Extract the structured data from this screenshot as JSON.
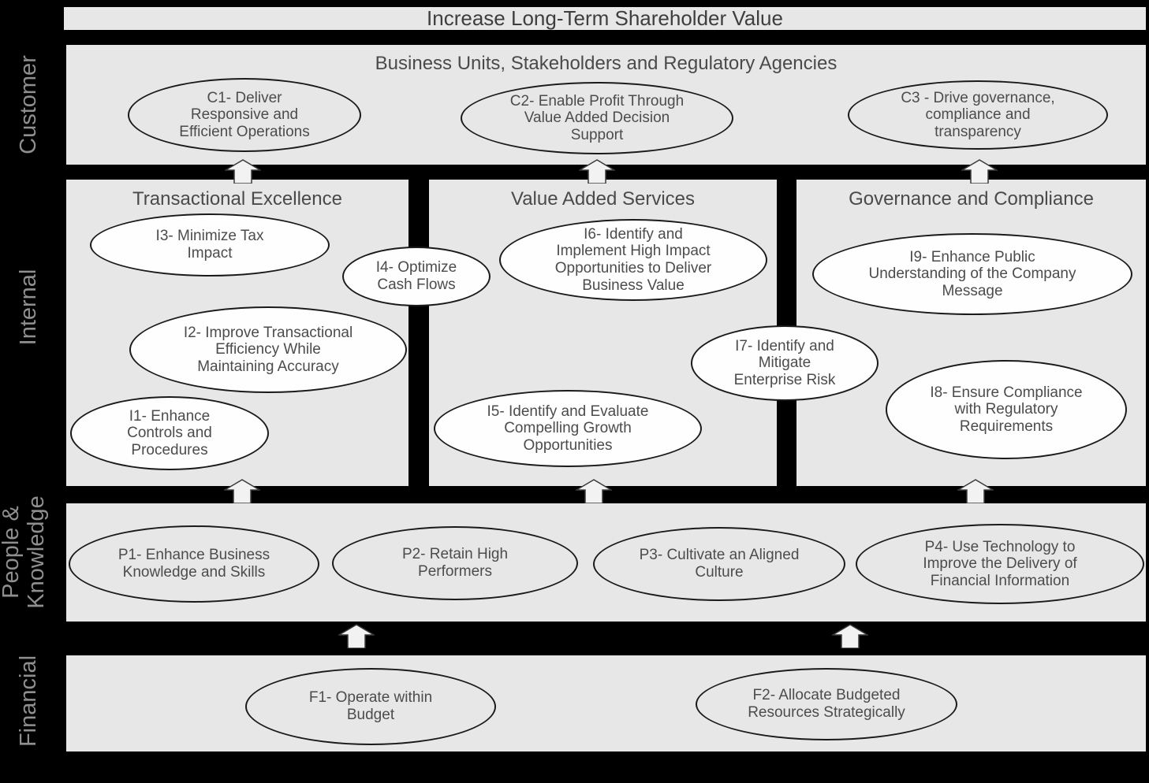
{
  "banner": {
    "title": "Increase Long-Term Shareholder Value"
  },
  "customer_section": {
    "header": "Business Units, Stakeholders and Regulatory Agencies"
  },
  "internal_section": {
    "panel_titles": [
      "Transactional Excellence",
      "Value Added Services",
      "Governance and Compliance"
    ]
  },
  "perspectives": [
    "Customer",
    "Internal",
    "People &\nKnowledge",
    "Financial"
  ],
  "nodes": [
    {
      "id": "C1",
      "label": "C1- Deliver\nResponsive and\nEfficient Operations"
    },
    {
      "id": "C2",
      "label": "C2- Enable Profit Through\nValue Added Decision\nSupport"
    },
    {
      "id": "C3",
      "label": "C3 - Drive governance,\ncompliance and\ntransparency"
    },
    {
      "id": "I3",
      "label": "I3- Minimize Tax\nImpact"
    },
    {
      "id": "I4",
      "label": "I4- Optimize\nCash Flows"
    },
    {
      "id": "I6",
      "label": "I6- Identify and\nImplement High Impact\nOpportunities to Deliver\nBusiness Value"
    },
    {
      "id": "I9",
      "label": "I9- Enhance Public\nUnderstanding of the Company\nMessage"
    },
    {
      "id": "I2",
      "label": "I2- Improve Transactional\nEfficiency While\nMaintaining Accuracy"
    },
    {
      "id": "I7",
      "label": "I7- Identify and\nMitigate\nEnterprise Risk"
    },
    {
      "id": "I1",
      "label": "I1- Enhance\nControls and\nProcedures"
    },
    {
      "id": "I5",
      "label": "I5- Identify and Evaluate\nCompelling Growth\nOpportunities"
    },
    {
      "id": "I8",
      "label": "I8- Ensure Compliance\nwith Regulatory\nRequirements"
    },
    {
      "id": "P1",
      "label": "P1- Enhance Business\nKnowledge and Skills"
    },
    {
      "id": "P2",
      "label": "P2- Retain High\nPerformers"
    },
    {
      "id": "P3",
      "label": "P3- Cultivate an Aligned\nCulture"
    },
    {
      "id": "P4",
      "label": "P4- Use Technology to\nImprove the Delivery of\nFinancial Information"
    },
    {
      "id": "F1",
      "label": "F1- Operate within\nBudget"
    },
    {
      "id": "F2",
      "label": "F2- Allocate Budgeted\nResources Strategically"
    }
  ],
  "colors": {
    "background": "#000000",
    "panel_bg": "#e7e7e7",
    "node_white_fill": "#fefefe",
    "node_gray_fill": "#e7e7e7",
    "node_outline": "#1a1a1a",
    "text_dark": "#4c4c4c",
    "side_label_gray": "#8f8f8f",
    "arrow_fill": "#f2f2f2"
  }
}
